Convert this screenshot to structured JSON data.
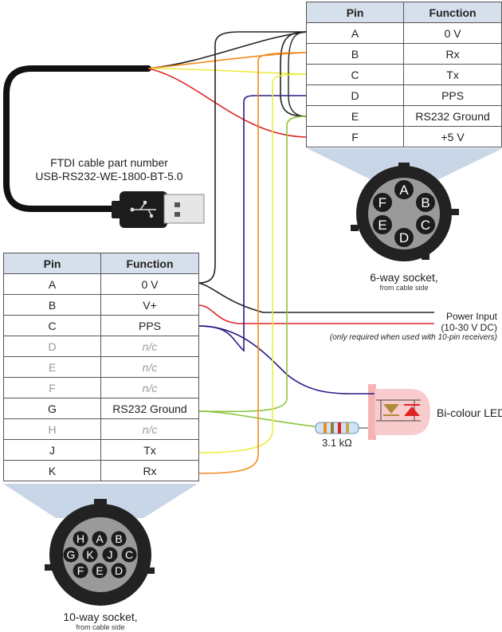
{
  "ftdi_cable": {
    "line1": "FTDI cable part number",
    "line2": "USB-RS232-WE-1800-BT-5.0"
  },
  "table_6way": {
    "headers": [
      "Pin",
      "Function"
    ],
    "rows": [
      {
        "pin": "A",
        "function": "0 V"
      },
      {
        "pin": "B",
        "function": "Rx"
      },
      {
        "pin": "C",
        "function": "Tx"
      },
      {
        "pin": "D",
        "function": "PPS"
      },
      {
        "pin": "E",
        "function": "RS232 Ground"
      },
      {
        "pin": "F",
        "function": "+5 V"
      }
    ]
  },
  "table_10way": {
    "headers": [
      "Pin",
      "Function"
    ],
    "rows": [
      {
        "pin": "A",
        "function": "0 V"
      },
      {
        "pin": "B",
        "function": "V+"
      },
      {
        "pin": "C",
        "function": "PPS"
      },
      {
        "pin": "D",
        "function": "n/c"
      },
      {
        "pin": "E",
        "function": "n/c"
      },
      {
        "pin": "F",
        "function": "n/c"
      },
      {
        "pin": "G",
        "function": "RS232 Ground"
      },
      {
        "pin": "H",
        "function": "n/c"
      },
      {
        "pin": "J",
        "function": "Tx"
      },
      {
        "pin": "K",
        "function": "Rx"
      }
    ]
  },
  "socket_6way": {
    "title": "6-way socket,",
    "subtitle": "from cable side",
    "pins": [
      "A",
      "B",
      "C",
      "D",
      "E",
      "F"
    ]
  },
  "socket_10way": {
    "title": "10-way socket,",
    "subtitle": "from cable side",
    "pins": [
      "H",
      "A",
      "B",
      "G",
      "K",
      "J",
      "C",
      "F",
      "E",
      "D"
    ]
  },
  "power_input": {
    "title": "Power Input",
    "range": "(10-30 V DC)",
    "note": "(only required when used with 10-pin receivers)"
  },
  "led": {
    "label": "Bi-colour LED"
  },
  "resistor": {
    "label": "3.1 kΩ"
  },
  "wire_colors": {
    "black": "#222222",
    "orange": "#f08a1c",
    "yellow": "#ecec44",
    "purple": "#2a1a86",
    "green": "#8cc43c",
    "red": "#e02424"
  },
  "accent": {
    "table_header": "#d6e0ec",
    "socket_fan": "#c8d6e8",
    "socket_body": "#222222",
    "socket_insert": "#9a9a9a"
  }
}
